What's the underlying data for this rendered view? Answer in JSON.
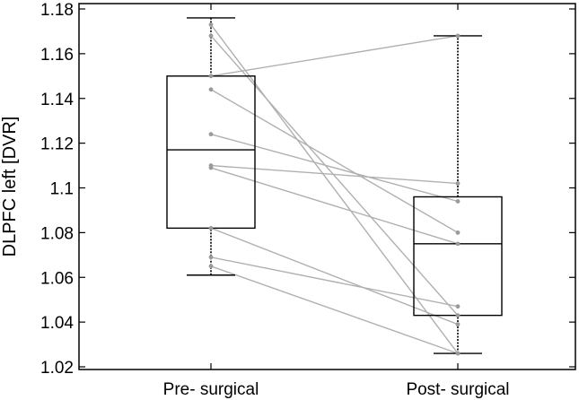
{
  "chart_data": {
    "type": "box",
    "ylabel": "DLPFC left [DVR]",
    "xlabel": "",
    "ylim": [
      1.02,
      1.18
    ],
    "yticks": [
      1.02,
      1.04,
      1.06,
      1.08,
      1.1,
      1.12,
      1.14,
      1.16,
      1.18
    ],
    "ytick_labels": [
      "1.02",
      "1.04",
      "1.06",
      "1.08",
      "1.1",
      "1.12",
      "1.14",
      "1.16",
      "1.18"
    ],
    "categories": [
      "Pre- surgical",
      "Post- surgical"
    ],
    "boxes": [
      {
        "name": "Pre- surgical",
        "whisker_low": 1.061,
        "q1": 1.082,
        "median": 1.117,
        "q3": 1.15,
        "whisker_high": 1.176
      },
      {
        "name": "Post- surgical",
        "whisker_low": 1.026,
        "q1": 1.043,
        "median": 1.075,
        "q3": 1.096,
        "whisker_high": 1.168
      }
    ],
    "paired_points": [
      {
        "pre": 1.168,
        "post": 1.043
      },
      {
        "pre": 1.15,
        "post": 1.168
      },
      {
        "pre": 1.144,
        "post": 1.08
      },
      {
        "pre": 1.124,
        "post": 1.094
      },
      {
        "pre": 1.11,
        "post": 1.102
      },
      {
        "pre": 1.109,
        "post": 1.075
      },
      {
        "pre": 1.082,
        "post": 1.039
      },
      {
        "pre": 1.069,
        "post": 1.047
      },
      {
        "pre": 1.065,
        "post": 1.026
      },
      {
        "pre": 1.173,
        "post": 1.026
      }
    ],
    "grid": false,
    "colors": {
      "box": "#000000",
      "paired_line": "#b0b0b0",
      "paired_point": "#9a9a9a"
    }
  }
}
